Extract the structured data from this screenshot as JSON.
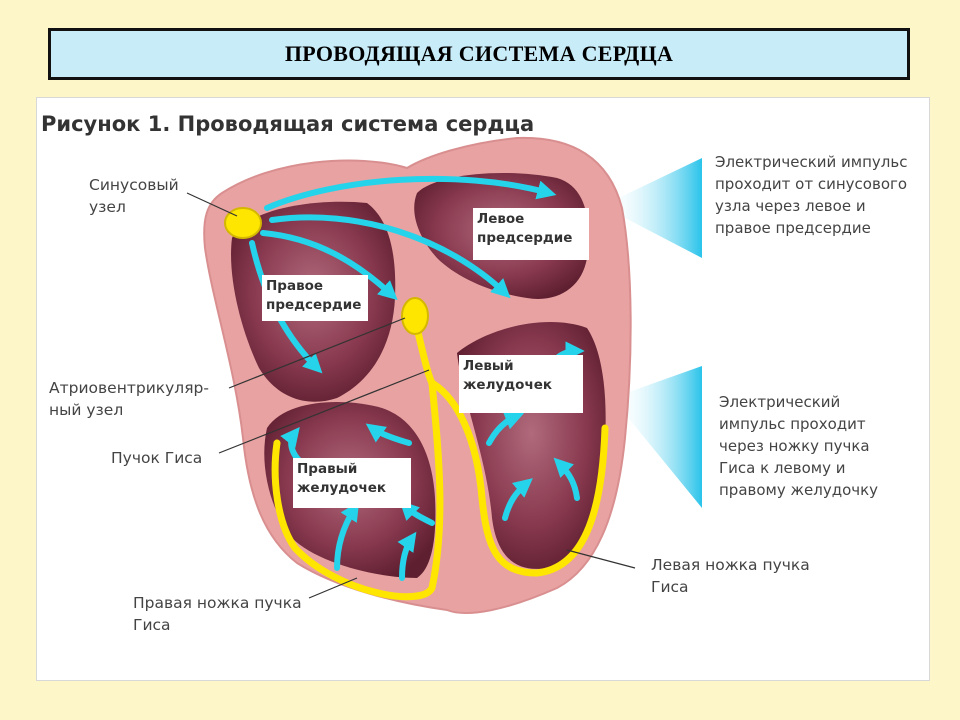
{
  "slide": {
    "title": "ПРОВОДЯЩАЯ СИСТЕМА СЕРДЦА"
  },
  "figure": {
    "caption": "Рисунок 1. Проводящая система сердца",
    "labels": {
      "sinus_node": [
        "Синусовый",
        "узел"
      ],
      "av_node": [
        "Атриовентрикуляр-",
        "ный узел"
      ],
      "his_bundle": "Пучок Гиса",
      "right_branch": [
        "Правая ножка пучка",
        "Гиса"
      ],
      "left_branch": [
        "Левая ножка пучка",
        "Гиса"
      ]
    },
    "chambers": {
      "left_atrium": [
        "Левое",
        "предсердие"
      ],
      "right_atrium": [
        "Правое",
        "предсердие"
      ],
      "left_ventricle": [
        "Левый",
        "желудочек"
      ],
      "right_ventricle": [
        "Правый",
        "желудочек"
      ]
    },
    "notes": {
      "atria_impulse": [
        "Электрический импульс",
        "проходит от синусового",
        "узла через левое и",
        "правое предсердие"
      ],
      "ventricle_impulse": [
        "Электрический",
        "импульс проходит",
        "через ножку пучка",
        "Гиса к левому и",
        "правому желудочку"
      ]
    },
    "colors": {
      "muscle": "#e8a0a0",
      "chamber": "#7a2f42",
      "conduction": "#ffe600",
      "impulse": "#25d4ea",
      "callout": "#2bc4ea"
    }
  }
}
